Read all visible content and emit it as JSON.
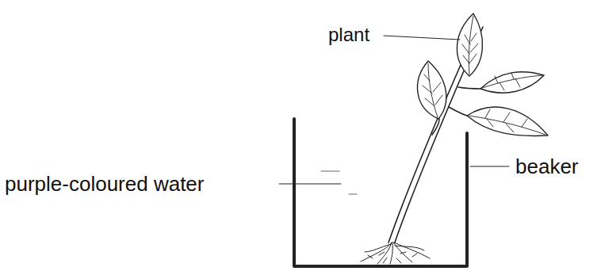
{
  "diagram": {
    "labels": [
      "plant",
      "purple-coloured water",
      "beaker"
    ]
  }
}
